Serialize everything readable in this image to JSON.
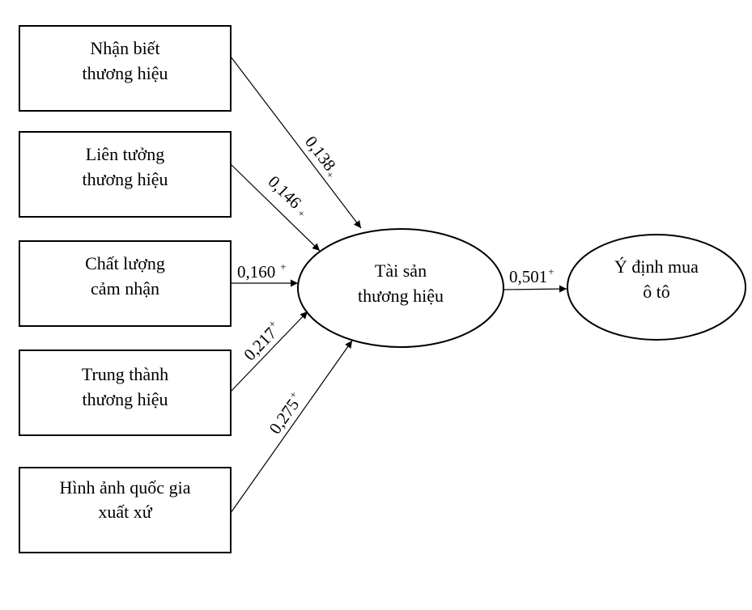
{
  "diagram": {
    "title": "Research model: brand equity and car purchase intention",
    "colors": {
      "stroke": "#000000",
      "fill": "#ffffff",
      "text": "#000000"
    },
    "sources": [
      {
        "id": "awareness",
        "lines": [
          "Nhận biết",
          "thương hiệu"
        ]
      },
      {
        "id": "association",
        "lines": [
          "Liên tưởng",
          "thương hiệu"
        ]
      },
      {
        "id": "quality",
        "lines": [
          "Chất lượng",
          "cảm nhận"
        ]
      },
      {
        "id": "loyalty",
        "lines": [
          "Trung thành",
          "thương hiệu"
        ]
      },
      {
        "id": "country",
        "lines": [
          "Hình ảnh quốc gia",
          "xuất xứ"
        ]
      }
    ],
    "mediator": {
      "id": "brand-equity",
      "lines": [
        "Tài sản",
        "thương hiệu"
      ]
    },
    "outcome": {
      "id": "purchase-intention",
      "lines": [
        "Ý định mua",
        "ô tô"
      ]
    },
    "paths": [
      {
        "from": "awareness",
        "to": "brand-equity",
        "value": "0,138",
        "sign": "+"
      },
      {
        "from": "association",
        "to": "brand-equity",
        "value": "0,146",
        "sign": "+"
      },
      {
        "from": "quality",
        "to": "brand-equity",
        "value": "0,160",
        "sign": "+"
      },
      {
        "from": "loyalty",
        "to": "brand-equity",
        "value": "0,217",
        "sign": "+"
      },
      {
        "from": "country",
        "to": "brand-equity",
        "value": "0,275",
        "sign": "+"
      },
      {
        "from": "brand-equity",
        "to": "purchase-intention",
        "value": "0,501",
        "sign": "+"
      }
    ]
  }
}
